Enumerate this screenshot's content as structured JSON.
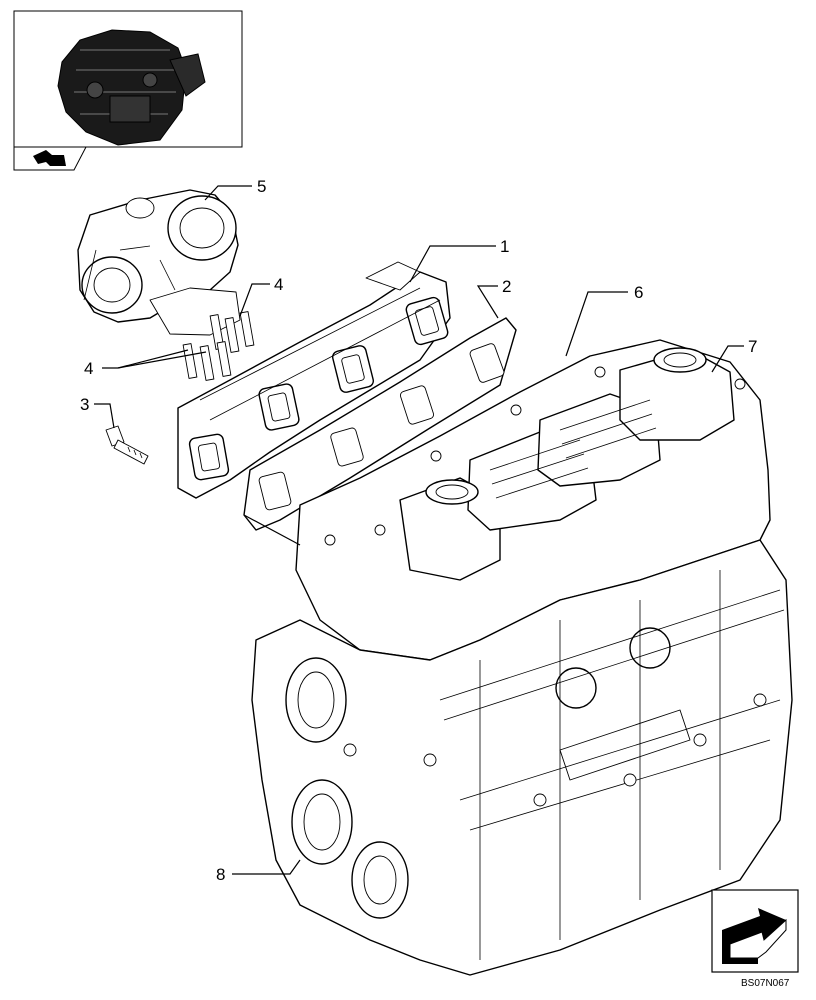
{
  "callouts": [
    {
      "id": "1",
      "label": "1"
    },
    {
      "id": "2",
      "label": "2"
    },
    {
      "id": "3",
      "label": "3"
    },
    {
      "id": "4a",
      "label": "4"
    },
    {
      "id": "4b",
      "label": "4"
    },
    {
      "id": "5",
      "label": "5"
    },
    {
      "id": "6",
      "label": "6"
    },
    {
      "id": "7",
      "label": "7"
    },
    {
      "id": "8",
      "label": "8"
    }
  ],
  "drawing_code": "BS07N067",
  "icons": {
    "thumbnail": "engine-thumbnail-icon",
    "back_arrow": "back-arrow-icon",
    "next_arrow": "next-arrow-icon"
  }
}
